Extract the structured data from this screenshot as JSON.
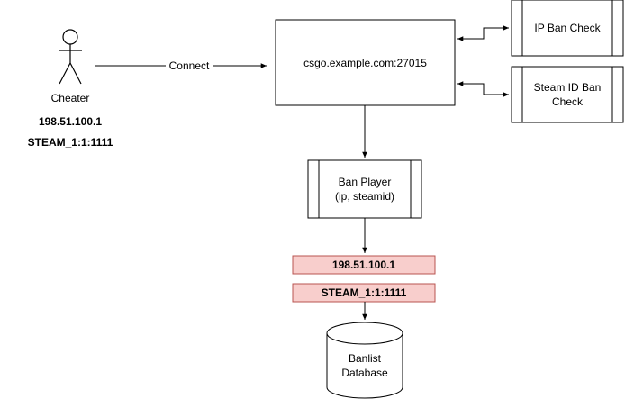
{
  "actor": {
    "name": "Cheater",
    "ip": "198.51.100.1",
    "steamid": "STEAM_1:1:1111"
  },
  "edges": {
    "connect": "Connect"
  },
  "server": {
    "label": "csgo.example.com:27015"
  },
  "checks": {
    "ip_ban": "IP Ban Check",
    "steamid_ban": "Steam ID Ban Check"
  },
  "ban_player": {
    "line1": "Ban Player",
    "line2": "(ip, steamid)"
  },
  "records": {
    "ip": "198.51.100.1",
    "steamid": "STEAM_1:1:1111"
  },
  "database": {
    "line1": "Banlist",
    "line2": "Database"
  },
  "colors": {
    "record_fill": "#f8cecc",
    "record_stroke": "#b85450"
  }
}
